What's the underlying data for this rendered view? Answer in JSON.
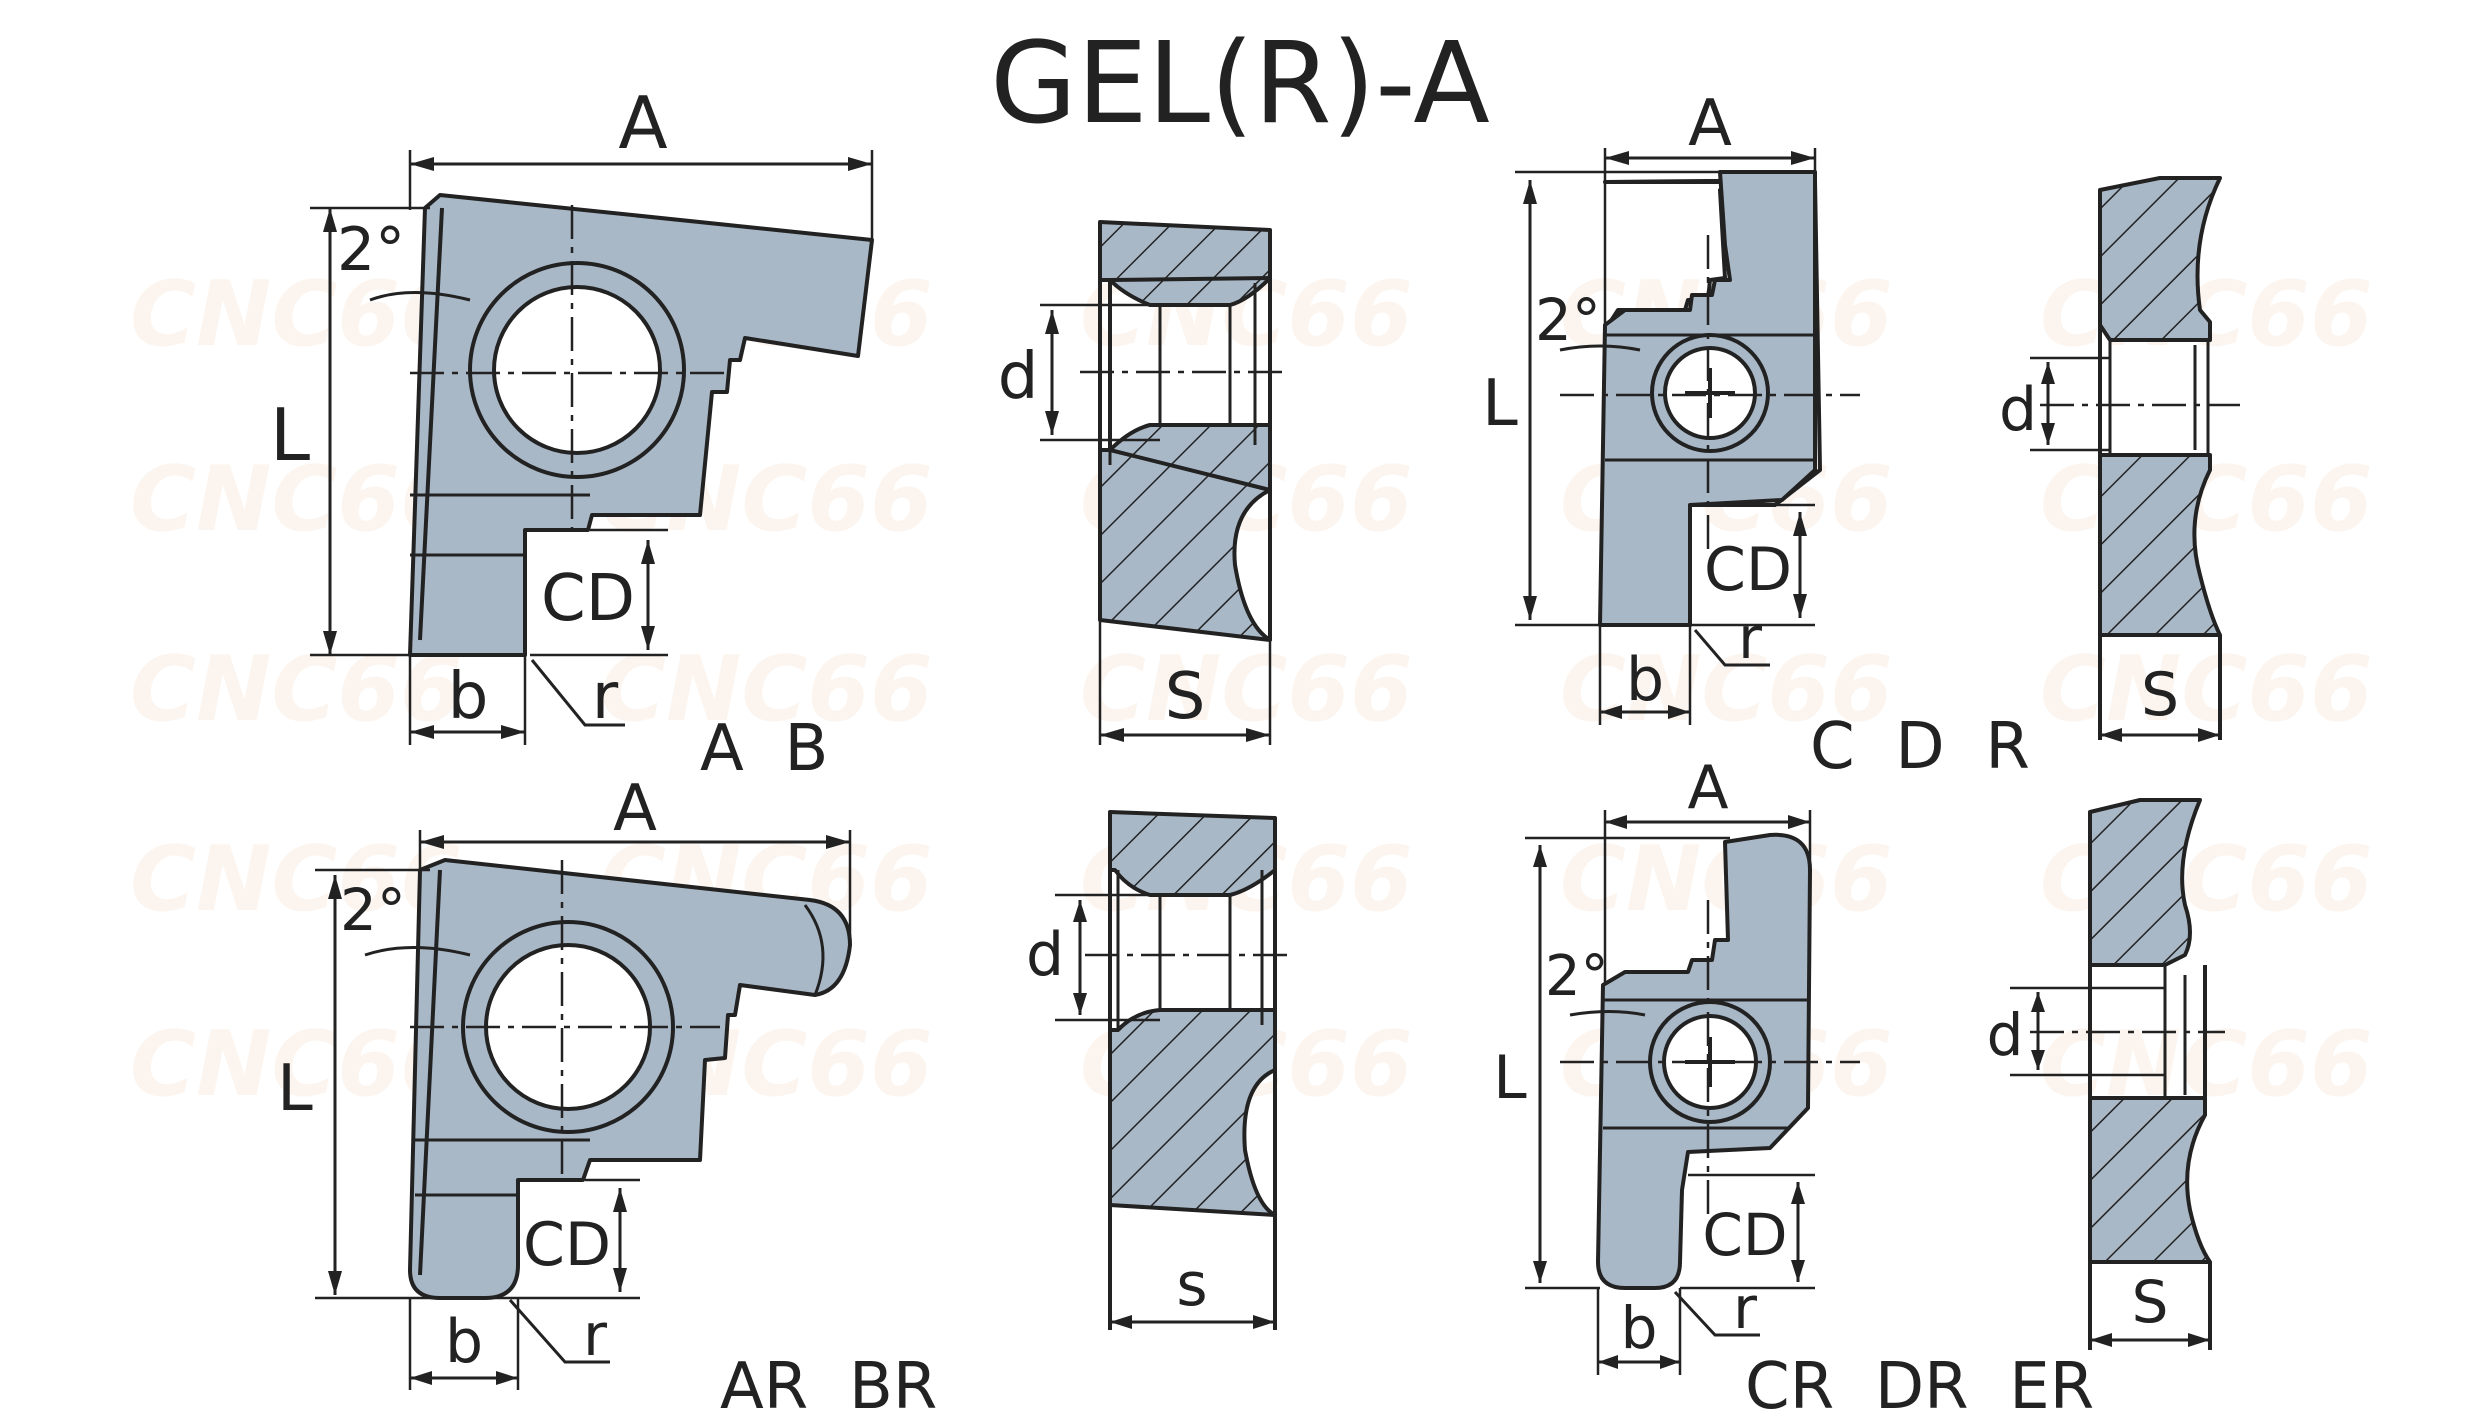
{
  "title": "GEL(R)-A",
  "colors": {
    "insert_fill": "#a9b8c7",
    "ink": "#222222",
    "background": "#ffffff",
    "watermark": "#f2c9a8"
  },
  "watermark_text": "CNC66",
  "dimension_labels": {
    "A": "A",
    "L": "L",
    "CD": "CD",
    "b": "b",
    "r": "r",
    "d": "d",
    "S": "S",
    "s": "s",
    "angle": "2°"
  },
  "variants": {
    "top_left": "A  B",
    "top_right": "C  D  R",
    "bottom_left": "AR  BR",
    "bottom_right": "CR  DR  ER"
  }
}
